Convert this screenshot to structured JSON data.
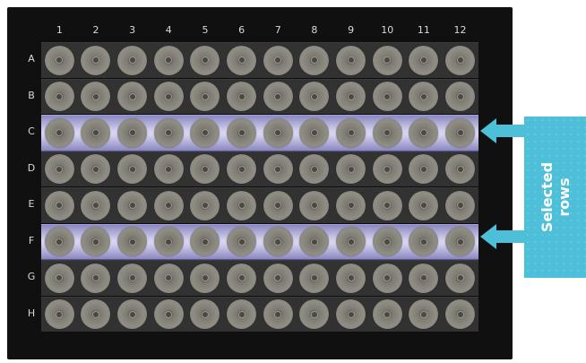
{
  "plate": {
    "columns": [
      "1",
      "2",
      "3",
      "4",
      "5",
      "6",
      "7",
      "8",
      "9",
      "10",
      "11",
      "12"
    ],
    "rows": [
      {
        "label": "A",
        "selected": false
      },
      {
        "label": "B",
        "selected": false
      },
      {
        "label": "C",
        "selected": true
      },
      {
        "label": "D",
        "selected": false
      },
      {
        "label": "E",
        "selected": false
      },
      {
        "label": "F",
        "selected": true
      },
      {
        "label": "G",
        "selected": false
      },
      {
        "label": "H",
        "selected": false
      }
    ]
  },
  "callout": {
    "line1": "Selected",
    "line2": "rows",
    "color": "#4ebfd8",
    "selection_color": "#d6d3f0"
  }
}
